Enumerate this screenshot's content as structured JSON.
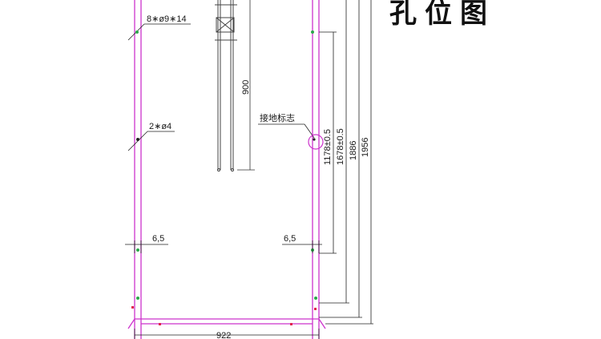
{
  "title": "孔位图",
  "labels": {
    "holes_top": "8∗ø9∗14",
    "holes_small": "2∗ø4",
    "ground_mark": "接地标志",
    "inner_height": "900",
    "side_left": "6,5",
    "side_right": "6,5",
    "width": "922"
  },
  "vertical_dims": [
    "1178±0.5",
    "1678±0.5",
    "1886",
    "1956"
  ],
  "colors": {
    "outline": "#cc33cc",
    "line": "#222222",
    "point": "#2aa84a",
    "marker": "#e0224e"
  }
}
